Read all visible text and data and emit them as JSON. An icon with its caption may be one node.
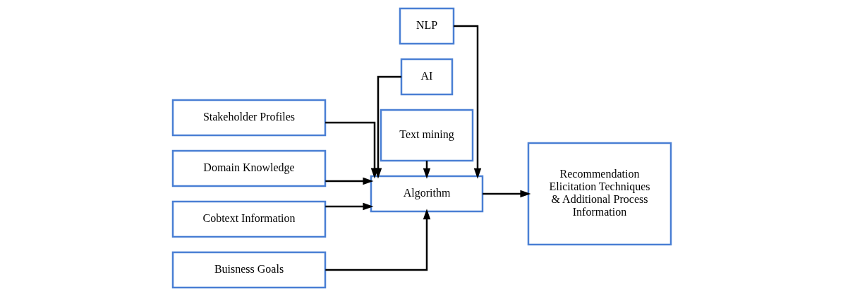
{
  "diagram": {
    "nodes": [
      {
        "text": [
          "Stakeholder Profiles"
        ]
      },
      {
        "text": [
          "Domain Knowledge"
        ]
      },
      {
        "text": [
          "Cobtext Information"
        ]
      },
      {
        "text": [
          "Buisness Goals"
        ]
      },
      {
        "text": [
          "NLP"
        ]
      },
      {
        "text": [
          "AI"
        ]
      },
      {
        "text": [
          "Algorithm"
        ]
      },
      {
        "text": [
          "Text mining"
        ]
      },
      {
        "text": [
          "Recommendation Elicitation Techniques & Additional Process Information"
        ]
      }
    ],
    "edges": [
      {
        "from": 0,
        "to": 6,
        "arrow": "to"
      },
      {
        "from": 1,
        "to": 6,
        "arrow": "to"
      },
      {
        "from": 2,
        "to": 6,
        "arrow": "to"
      },
      {
        "from": 3,
        "to": 6,
        "arrow": "to"
      },
      {
        "from": 4,
        "to": 6,
        "arrow": "to"
      },
      {
        "from": 5,
        "to": 6,
        "arrow": "to"
      },
      {
        "from": 7,
        "to": 6,
        "arrow": "to"
      },
      {
        "from": 6,
        "to": 8,
        "arrow": "to"
      }
    ]
  }
}
